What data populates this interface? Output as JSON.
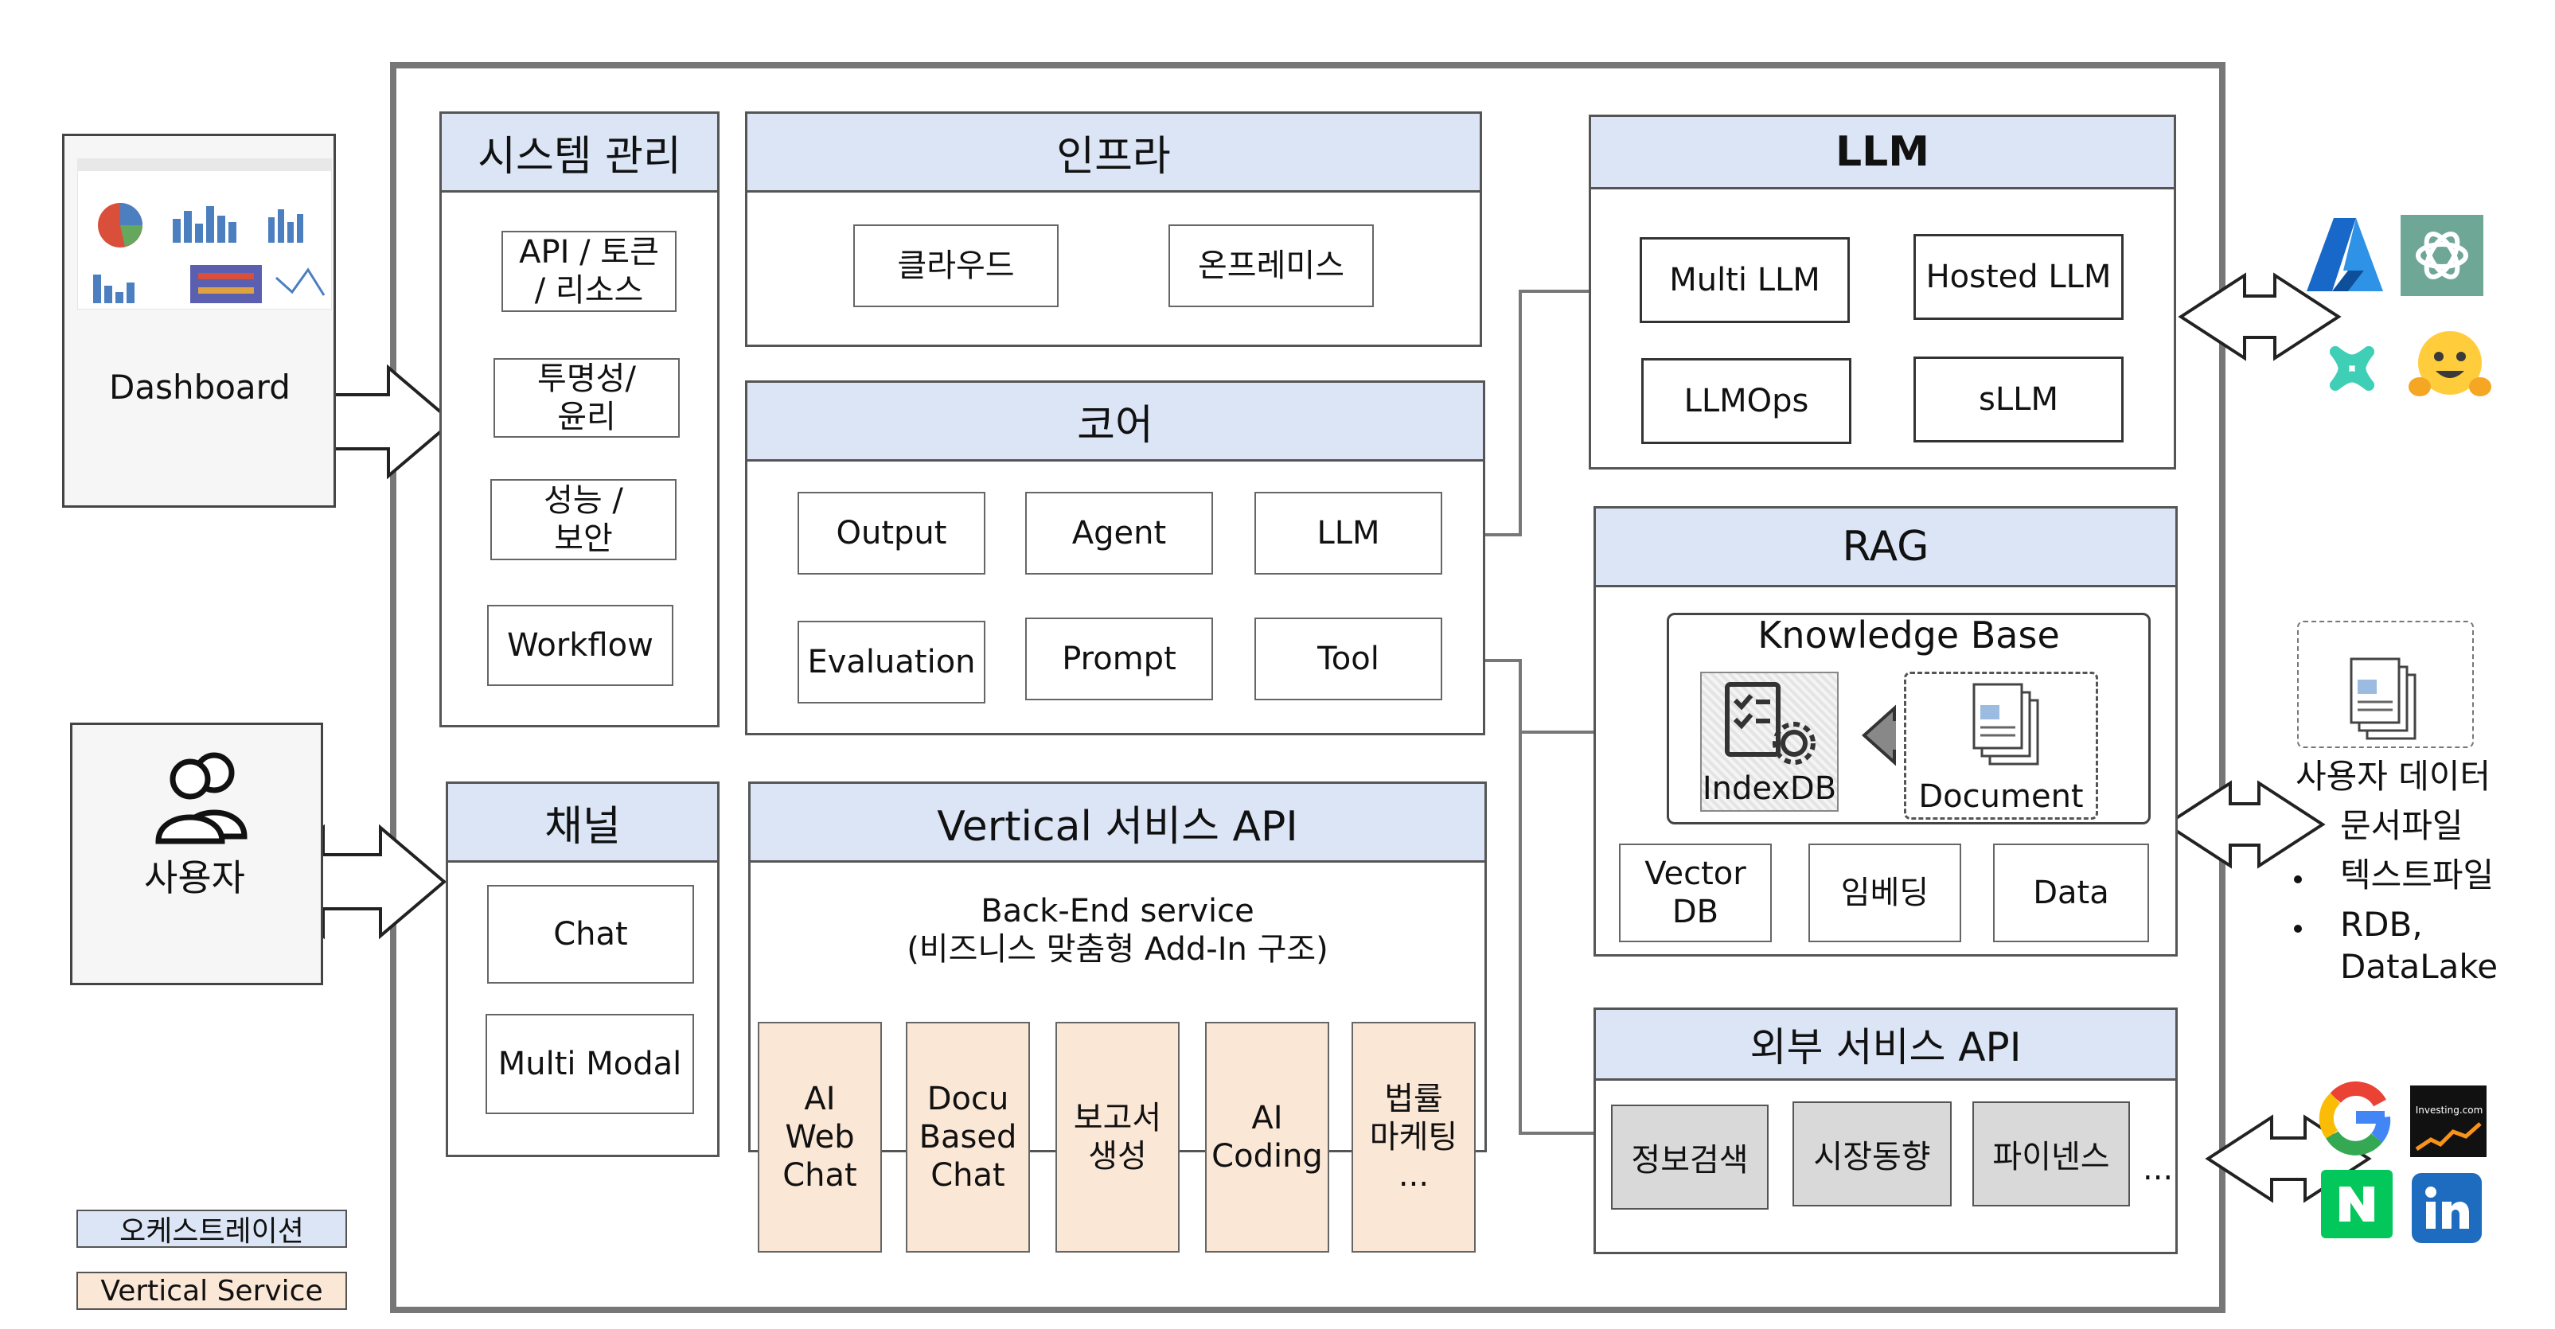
{
  "left": {
    "dashboard": {
      "label": "Dashboard"
    },
    "user": {
      "label": "사용자"
    },
    "legend": {
      "orchestration": "오케스트레이션",
      "vertical_service": "Vertical Service"
    }
  },
  "system": {
    "title": "시스템 관리",
    "items": [
      {
        "line1": "API / 토큰",
        "line2": "/ 리소스"
      },
      {
        "line1": "투명성/",
        "line2": "윤리"
      },
      {
        "line1": "성능 /",
        "line2": "보안"
      },
      {
        "line1": "Workflow",
        "line2": ""
      }
    ]
  },
  "infra": {
    "title": "인프라",
    "items": [
      "클라우드",
      "온프레미스"
    ]
  },
  "core": {
    "title": "코어",
    "items": [
      "Output",
      "Agent",
      "LLM",
      "Evaluation",
      "Prompt",
      "Tool"
    ]
  },
  "channel": {
    "title": "채널",
    "items": [
      "Chat",
      "Multi Modal"
    ]
  },
  "vertical": {
    "title": "Vertical 서비스 API",
    "desc1": "Back-End service",
    "desc2": "(비즈니스 맞춤형 Add-In 구조)",
    "services": [
      {
        "l1": "AI",
        "l2": "Web",
        "l3": "Chat"
      },
      {
        "l1": "Docu",
        "l2": "Based",
        "l3": "Chat"
      },
      {
        "l1": "보고서",
        "l2": "생성",
        "l3": ""
      },
      {
        "l1": "AI",
        "l2": "Coding",
        "l3": ""
      },
      {
        "l1": "법률",
        "l2": "마케팅",
        "l3": "..."
      }
    ]
  },
  "llm": {
    "title": "LLM",
    "items": [
      "Multi LLM",
      "Hosted LLM",
      "LLMOps",
      "sLLM"
    ]
  },
  "rag": {
    "title": "RAG",
    "kb_title": "Knowledge Base",
    "indexdb": "IndexDB",
    "document": "Document",
    "items": [
      {
        "l1": "Vector",
        "l2": "DB"
      },
      {
        "l1": "임베딩",
        "l2": ""
      },
      {
        "l1": "Data",
        "l2": ""
      }
    ]
  },
  "external": {
    "title": "외부 서비스 API",
    "items": [
      "정보검색",
      "시장동향",
      "파이넨스"
    ],
    "more": "..."
  },
  "user_data": {
    "title": "사용자 데이터",
    "items": [
      "문서파일",
      "텍스트파일",
      "RDB, DataLake"
    ]
  },
  "logos": {
    "top": [
      "azure-logo",
      "openai-logo",
      "claude-like-logo",
      "huggingface-logo"
    ],
    "bottom": [
      "google-logo",
      "investing-logo",
      "naver-logo",
      "linkedin-logo"
    ],
    "investing_text": "Investing.com"
  },
  "colors": {
    "header_fill": "#dbe5f5",
    "vertical_fill": "#fbe7d6",
    "gray_fill": "#d9d9d9",
    "border": "#555555"
  }
}
